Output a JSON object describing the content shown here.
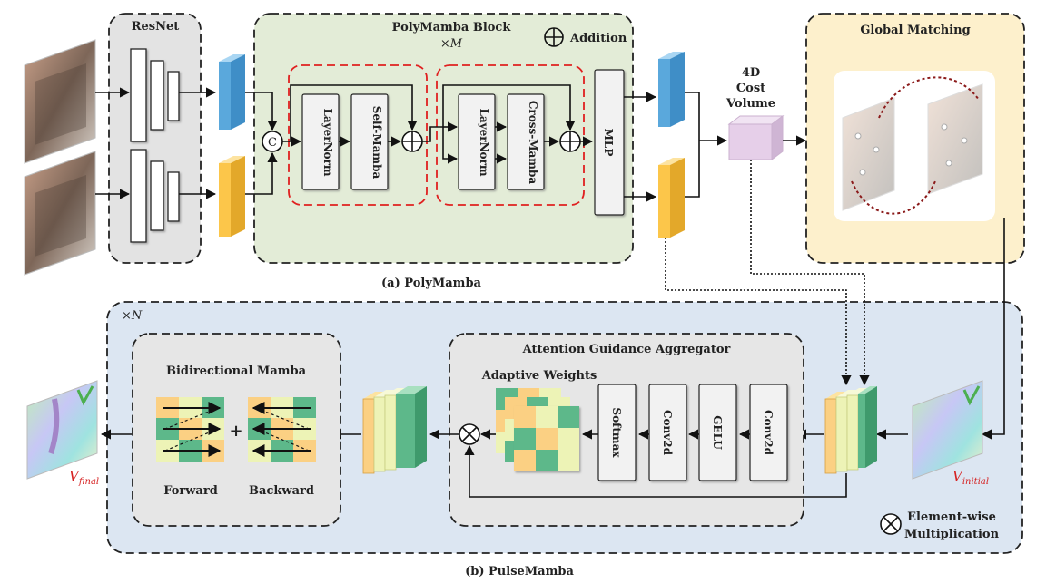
{
  "polymamba": {
    "resnet_title": "ResNet",
    "block_title": "PolyMamba Block",
    "block_repeat": "×M",
    "addition_legend": "Addition",
    "concat_symbol": "C",
    "layernorm_1": "LayerNorm",
    "self_mamba": "Self-Mamba",
    "layernorm_2": "LayerNorm",
    "cross_mamba": "Cross-Mamba",
    "mlp": "MLP",
    "cost_volume_line1": "4D",
    "cost_volume_line2": "Cost",
    "cost_volume_line3": "Volume",
    "global_matching_title": "Global Matching",
    "caption": "(a) PolyMamba"
  },
  "pulsemamba": {
    "repeat": "×N",
    "bidirectional_title": "Bidirectional Mamba",
    "plus_symbol": "+",
    "forward_label": "Forward",
    "backward_label": "Backward",
    "aggregator_title": "Attention Guidance Aggregator",
    "adaptive_weights": "Adaptive Weights",
    "softmax": "Softmax",
    "conv2d_1": "Conv2d",
    "gelu": "GELU",
    "conv2d_2": "Conv2d",
    "v_final_main": "V",
    "v_final_sub": "final",
    "v_initial_main": "V",
    "v_initial_sub": "initial",
    "multiplication_legend_line1": "Element-wise",
    "multiplication_legend_line2": "Multiplication",
    "caption": "(b) PulseMamba"
  },
  "colors": {
    "polymamba_bg": "#e3ecd7",
    "pulsemamba_bg": "#dce6f2",
    "resnet_bg": "#e3e3e3",
    "global_matching_bg": "#fdf0cc",
    "dashed_red": "#e02020",
    "feature_blue": "#5aa8dc",
    "feature_orange": "#fcc64a",
    "cost_volume": "#e6cfe9",
    "tile_orange": "#fbd083",
    "tile_light": "#edf3b6",
    "tile_green": "#5db88a",
    "v_label": "#d62222"
  }
}
